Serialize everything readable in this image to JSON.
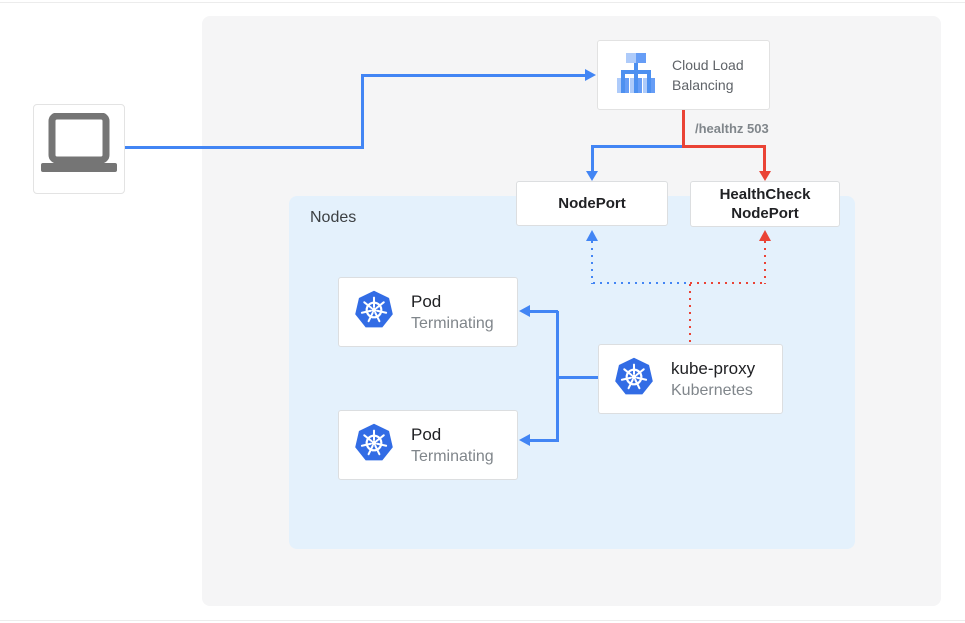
{
  "diagram": {
    "clb": {
      "label": "Cloud Load Balancing"
    },
    "healthz": {
      "label": "/healthz 503"
    },
    "nodeport": {
      "label": "NodePort"
    },
    "healthcheck_nodeport": {
      "label": "HealthCheck NodePort"
    },
    "nodes_group": {
      "label": "Nodes"
    },
    "pod1": {
      "title": "Pod",
      "status": "Terminating"
    },
    "pod2": {
      "title": "Pod",
      "status": "Terminating"
    },
    "kube_proxy": {
      "title": "kube-proxy",
      "subtitle": "Kubernetes"
    },
    "colors": {
      "traffic_blue": "#4285f4",
      "healthcheck_red": "#ea4335",
      "kubernetes_blue": "#326ce5",
      "icon_light_blue": "#aecbfa",
      "icon_mid_blue": "#669df6",
      "nodes_background": "#e4f1fc",
      "panel_background": "#f5f5f6",
      "card_border": "#dcdee0",
      "text_dark": "#202124",
      "text_gray": "#5f6368",
      "text_muted": "#80868b",
      "laptop_gray": "#757575"
    }
  }
}
